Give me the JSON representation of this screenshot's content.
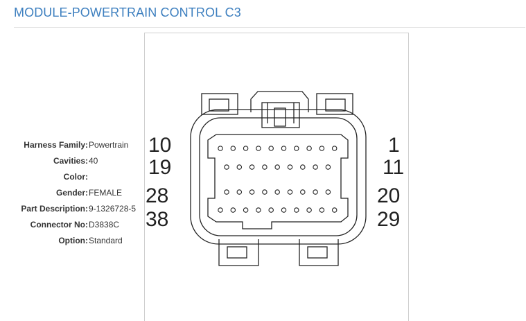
{
  "header": {
    "title": "MODULE-POWERTRAIN CONTROL C3"
  },
  "details": [
    {
      "label": "Harness Family:",
      "value": "Powertrain"
    },
    {
      "label": "Cavities:",
      "value": "40"
    },
    {
      "label": "Color:",
      "value": ""
    },
    {
      "label": "Gender:",
      "value": "FEMALE"
    },
    {
      "label": "Part Description:",
      "value": "9-1326728-5"
    },
    {
      "label": "Connector No:",
      "value": "D3838C"
    },
    {
      "label": "Option:",
      "value": "Standard"
    }
  ],
  "connector": {
    "rows": [
      {
        "left_label": "10",
        "right_label": "1",
        "pins": 10
      },
      {
        "left_label": "19",
        "right_label": "11",
        "pins": 9
      },
      {
        "left_label": "28",
        "right_label": "20",
        "pins": 9
      },
      {
        "left_label": "38",
        "right_label": "29",
        "pins": 10
      }
    ]
  }
}
